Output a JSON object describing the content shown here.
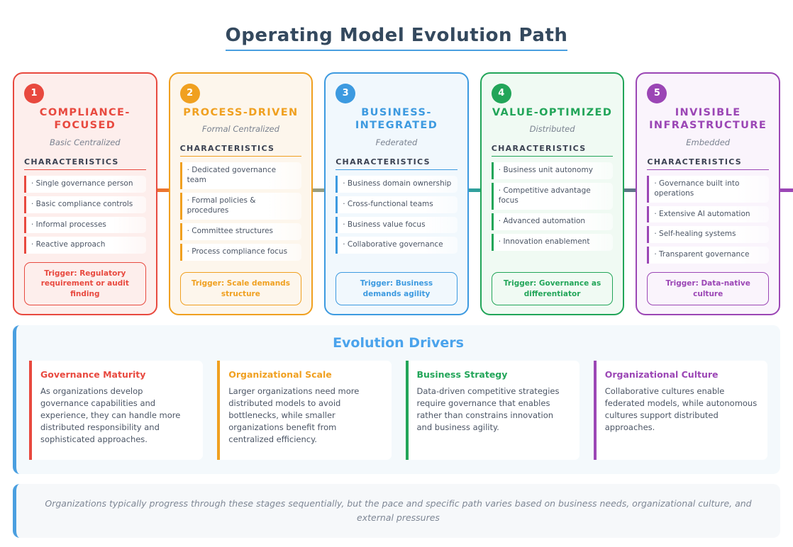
{
  "title": "Operating Model Evolution Path",
  "colors": {
    "title_underline": "#4a9fe0",
    "panel_accent": "#4a9fe0",
    "drivers_title": "#4aa3ec"
  },
  "stages": [
    {
      "number": "1",
      "name": "COMPLIANCE-FOCUSED",
      "model": "Basic Centralized",
      "characteristics_heading": "CHARACTERISTICS",
      "characteristics": [
        "· Single governance person",
        "· Basic compliance controls",
        "· Informal processes",
        "· Reactive approach"
      ],
      "trigger": "Trigger: Regulatory requirement or audit finding",
      "color": "#e8493f",
      "bg": "#fdeeec"
    },
    {
      "number": "2",
      "name": "PROCESS-DRIVEN",
      "model": "Formal Centralized",
      "characteristics_heading": "CHARACTERISTICS",
      "characteristics": [
        "· Dedicated governance team",
        "· Formal policies & procedures",
        "· Committee structures",
        "· Process compliance focus"
      ],
      "trigger": "Trigger: Scale demands structure",
      "color": "#f0a020",
      "bg": "#fdf6ec"
    },
    {
      "number": "3",
      "name": "BUSINESS-INTEGRATED",
      "model": "Federated",
      "characteristics_heading": "CHARACTERISTICS",
      "characteristics": [
        "· Business domain ownership",
        "· Cross-functional teams",
        "· Business value focus",
        "· Collaborative governance"
      ],
      "trigger": "Trigger: Business demands agility",
      "color": "#3d9ae0",
      "bg": "#f1f8fd"
    },
    {
      "number": "4",
      "name": "VALUE-OPTIMIZED",
      "model": "Distributed",
      "characteristics_heading": "CHARACTERISTICS",
      "characteristics": [
        "· Business unit autonomy",
        "· Competitive advantage focus",
        "· Advanced automation",
        "· Innovation enablement"
      ],
      "trigger": "Trigger: Governance as differentiator",
      "color": "#22a559",
      "bg": "#f0faf3"
    },
    {
      "number": "5",
      "name": "INVISIBLE INFRASTRUCTURE",
      "model": "Embedded",
      "characteristics_heading": "CHARACTERISTICS",
      "characteristics": [
        "· Governance built into operations",
        "· Extensive AI automation",
        "· Self-healing systems",
        "· Transparent governance"
      ],
      "trigger": "Trigger: Data-native culture",
      "color": "#9b46b5",
      "bg": "#faf4fc"
    }
  ],
  "drivers": {
    "title": "Evolution Drivers",
    "items": [
      {
        "title": "Governance Maturity",
        "description": "As organizations develop governance capabilities and experience, they can handle more distributed responsibility and sophisticated approaches.",
        "color": "#e8493f",
        "title_color": "#e8493f"
      },
      {
        "title": "Organizational Scale",
        "description": "Larger organizations need more distributed models to avoid bottlenecks, while smaller organizations benefit from centralized efficiency.",
        "color": "#f0a020",
        "title_color": "#f0a020"
      },
      {
        "title": "Business Strategy",
        "description": "Data-driven competitive strategies require governance that enables rather than constrains innovation and business agility.",
        "color": "#22a559",
        "title_color": "#22a559"
      },
      {
        "title": "Organizational Culture",
        "description": "Collaborative cultures enable federated models, while autonomous cultures support distributed approaches.",
        "color": "#9b46b5",
        "title_color": "#9b46b5"
      }
    ]
  },
  "footer_note": "Organizations typically progress through these stages sequentially, but the pace and specific path varies based on business needs, organizational culture, and external pressures"
}
